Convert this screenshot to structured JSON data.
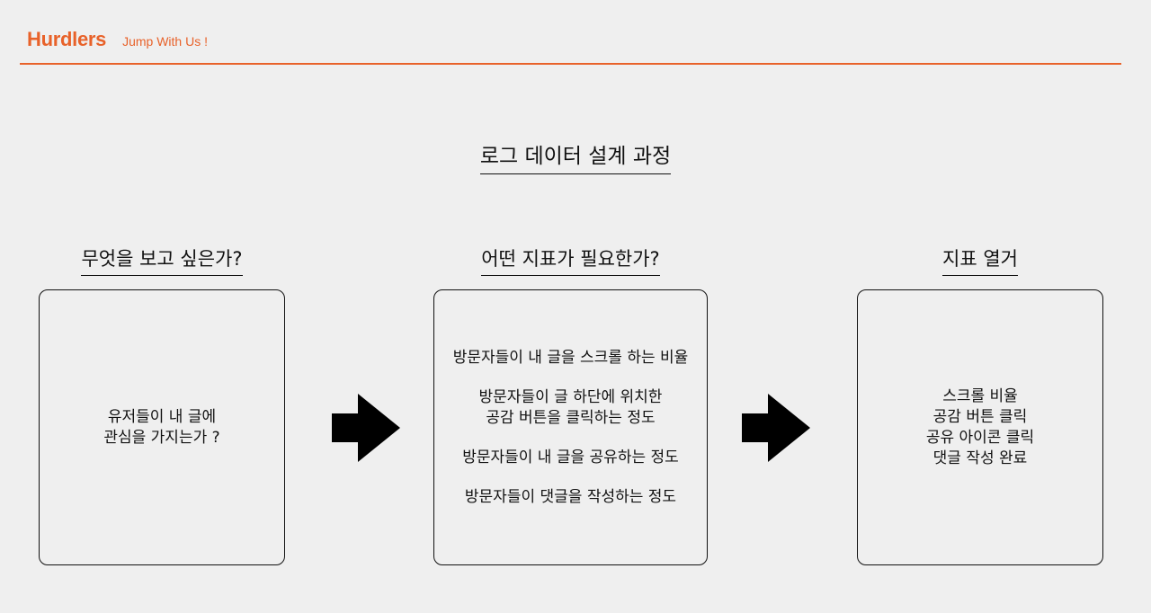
{
  "header": {
    "brand": "Hurdlers",
    "tagline": "Jump With Us !"
  },
  "title": "로그 데이터 설계 과정",
  "columns": [
    {
      "heading": "무엇을 보고 싶은가?",
      "lines": [
        "유저들이 내 글에",
        "관심을 가지는가 ?"
      ]
    },
    {
      "heading": "어떤 지표가 필요한가?",
      "items": [
        [
          "방문자들이 내 글을 스크롤 하는 비율"
        ],
        [
          "방문자들이 글 하단에 위치한",
          "공감 버튼을 클릭하는 정도"
        ],
        [
          "방문자들이 내 글을 공유하는 정도"
        ],
        [
          "방문자들이 댓글을 작성하는 정도"
        ]
      ]
    },
    {
      "heading": "지표 열거",
      "lines": [
        "스크롤 비율",
        "공감 버튼 클릭",
        "공유 아이콘 클릭",
        "댓글 작성 완료"
      ]
    }
  ],
  "icons": {
    "arrow_1": "arrow-right-icon",
    "arrow_2": "arrow-right-icon"
  },
  "colors": {
    "accent": "#e8622a",
    "background": "#efefef",
    "ink": "#111111"
  }
}
